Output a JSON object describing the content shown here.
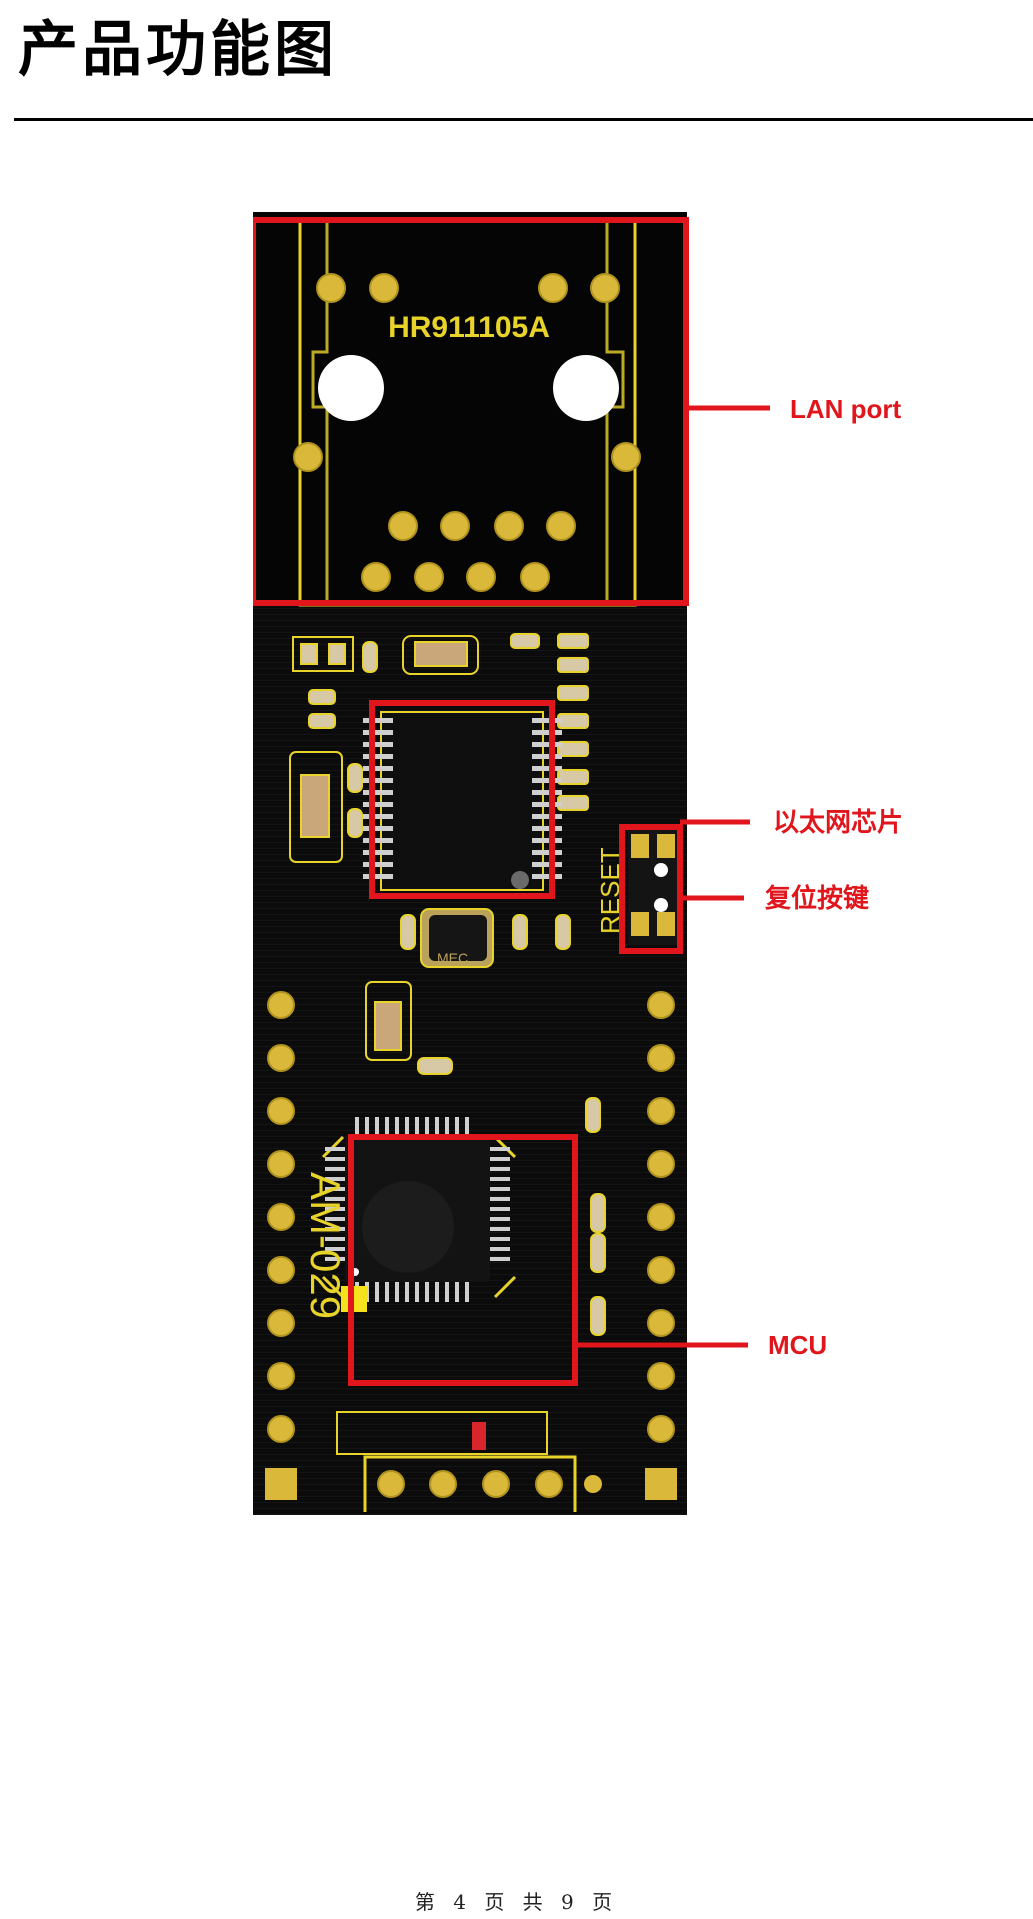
{
  "page": {
    "title": "产品功能图",
    "footer": "第 4 页 共 9 页"
  },
  "board": {
    "connector_part": "HR911105A",
    "reset_silk": "RESET",
    "crystal_mark": "MEC",
    "model_silk": "AM-029",
    "silk_color": "#e8d32a",
    "pcb_color": "#0a0a0a",
    "pad_color": "#d9b83a"
  },
  "callouts": {
    "lan_port": "LAN port",
    "ethernet_chip": "以太网芯片",
    "reset_button": "复位按键",
    "mcu": "MCU",
    "color": "#e0161c"
  }
}
